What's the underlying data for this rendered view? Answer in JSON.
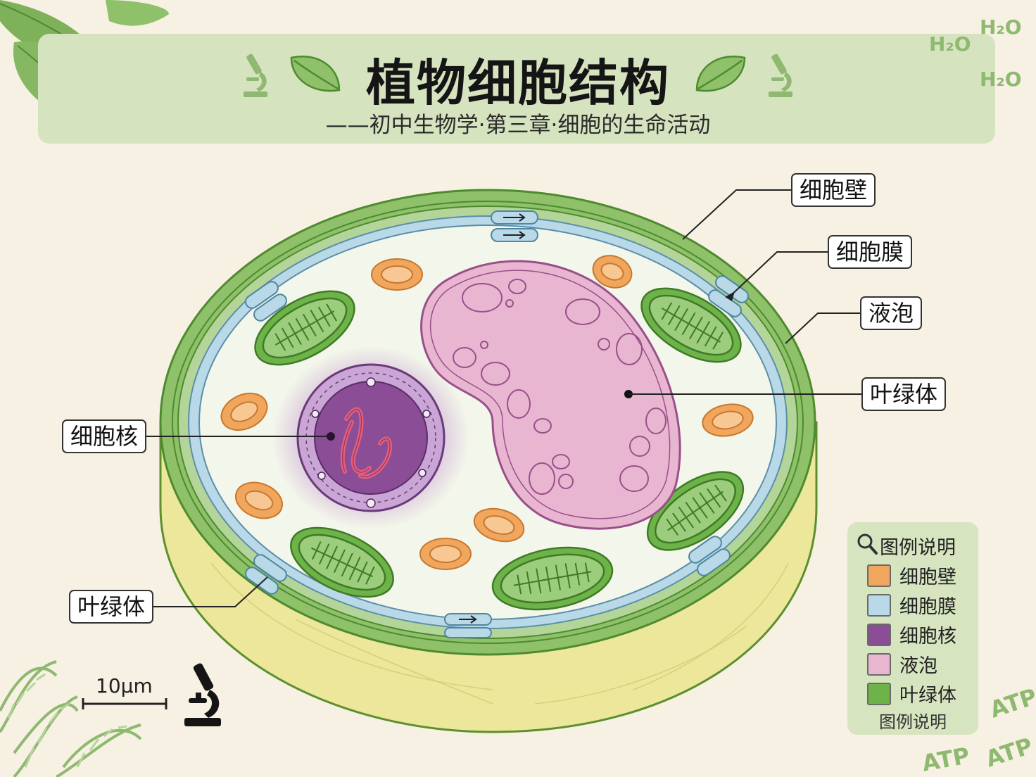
{
  "header": {
    "title": "植物细胞结构",
    "subtitle": "——初中生物学·第三章·细胞的生命活动"
  },
  "labels": {
    "cell_wall": "细胞壁",
    "cell_membrane": "细胞膜",
    "vacuole": "液泡",
    "chloroplast_right": "叶绿体",
    "nucleus": "细胞核",
    "chloroplast_left": "叶绿体"
  },
  "legend": {
    "title": "图例说明",
    "items": [
      {
        "label": "细胞壁",
        "color": "#f0a65c"
      },
      {
        "label": "细胞膜",
        "color": "#b9d9e8"
      },
      {
        "label": "细胞核",
        "color": "#8a4d96"
      },
      {
        "label": "液泡",
        "color": "#e8b6d1"
      },
      {
        "label": "叶绿体",
        "color": "#6db34a"
      }
    ],
    "footer": "图例说明"
  },
  "scale_bar": {
    "label": "10μm"
  },
  "decorations": {
    "h2o_1": "H₂O",
    "h2o_2": "H₂O",
    "h2o_3": "H₂O",
    "atp_1": "ATP",
    "atp_2": "ATP",
    "atp_3": "ATP"
  },
  "colors": {
    "background": "#f6f1e3",
    "header_band": "#d6e3bf",
    "cell_wall_green": "#8fc06a",
    "wall_outline": "#4e8a2e",
    "membrane_blue": "#b9d9e8",
    "cytoplasm": "#f3f6ea",
    "vacuole_pink": "#e8b6d1",
    "nucleus_purple": "#8a4d96",
    "mito_orange": "#f0a65c",
    "chloroplast_green": "#6db34a",
    "base_yellow": "#ece79a"
  },
  "icons": [
    "leaf-icon",
    "microscope-icon",
    "magnifier-icon",
    "dna-helix-icon"
  ]
}
